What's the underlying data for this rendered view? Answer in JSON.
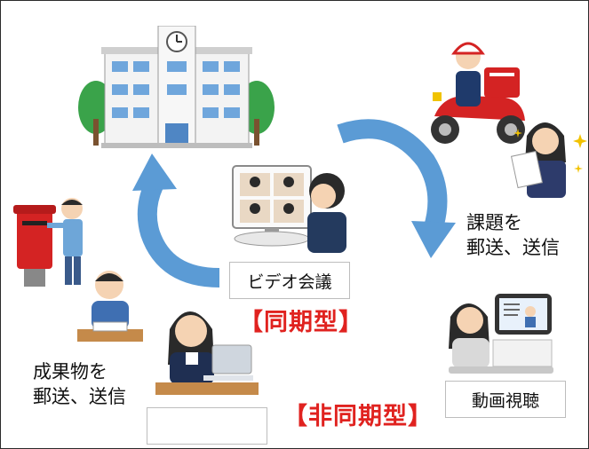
{
  "diagram": {
    "labels": {
      "video_conference": "ビデオ会議",
      "synchronous": "【同期型】",
      "asynchronous": "【非同期型】",
      "assignment_line1": "課題を",
      "assignment_line2": "郵送、送信",
      "results_line1": "成果物を",
      "results_line2": "郵送、送信",
      "video_viewing": "動画視聴"
    },
    "icons": {
      "school": "school-building-icon",
      "postman": "postman-scooter-icon",
      "student_paper": "student-reading-paper-icon",
      "video_call": "video-call-icon",
      "tablet_video": "student-tablet-video-icon",
      "mailbox": "mailbox-posting-icon",
      "studying": "student-studying-icon",
      "laptop": "student-laptop-icon"
    },
    "colors": {
      "arrow": "#5b9bd5",
      "emphasis": "#e0221f",
      "border": "#2b2b2b"
    }
  }
}
